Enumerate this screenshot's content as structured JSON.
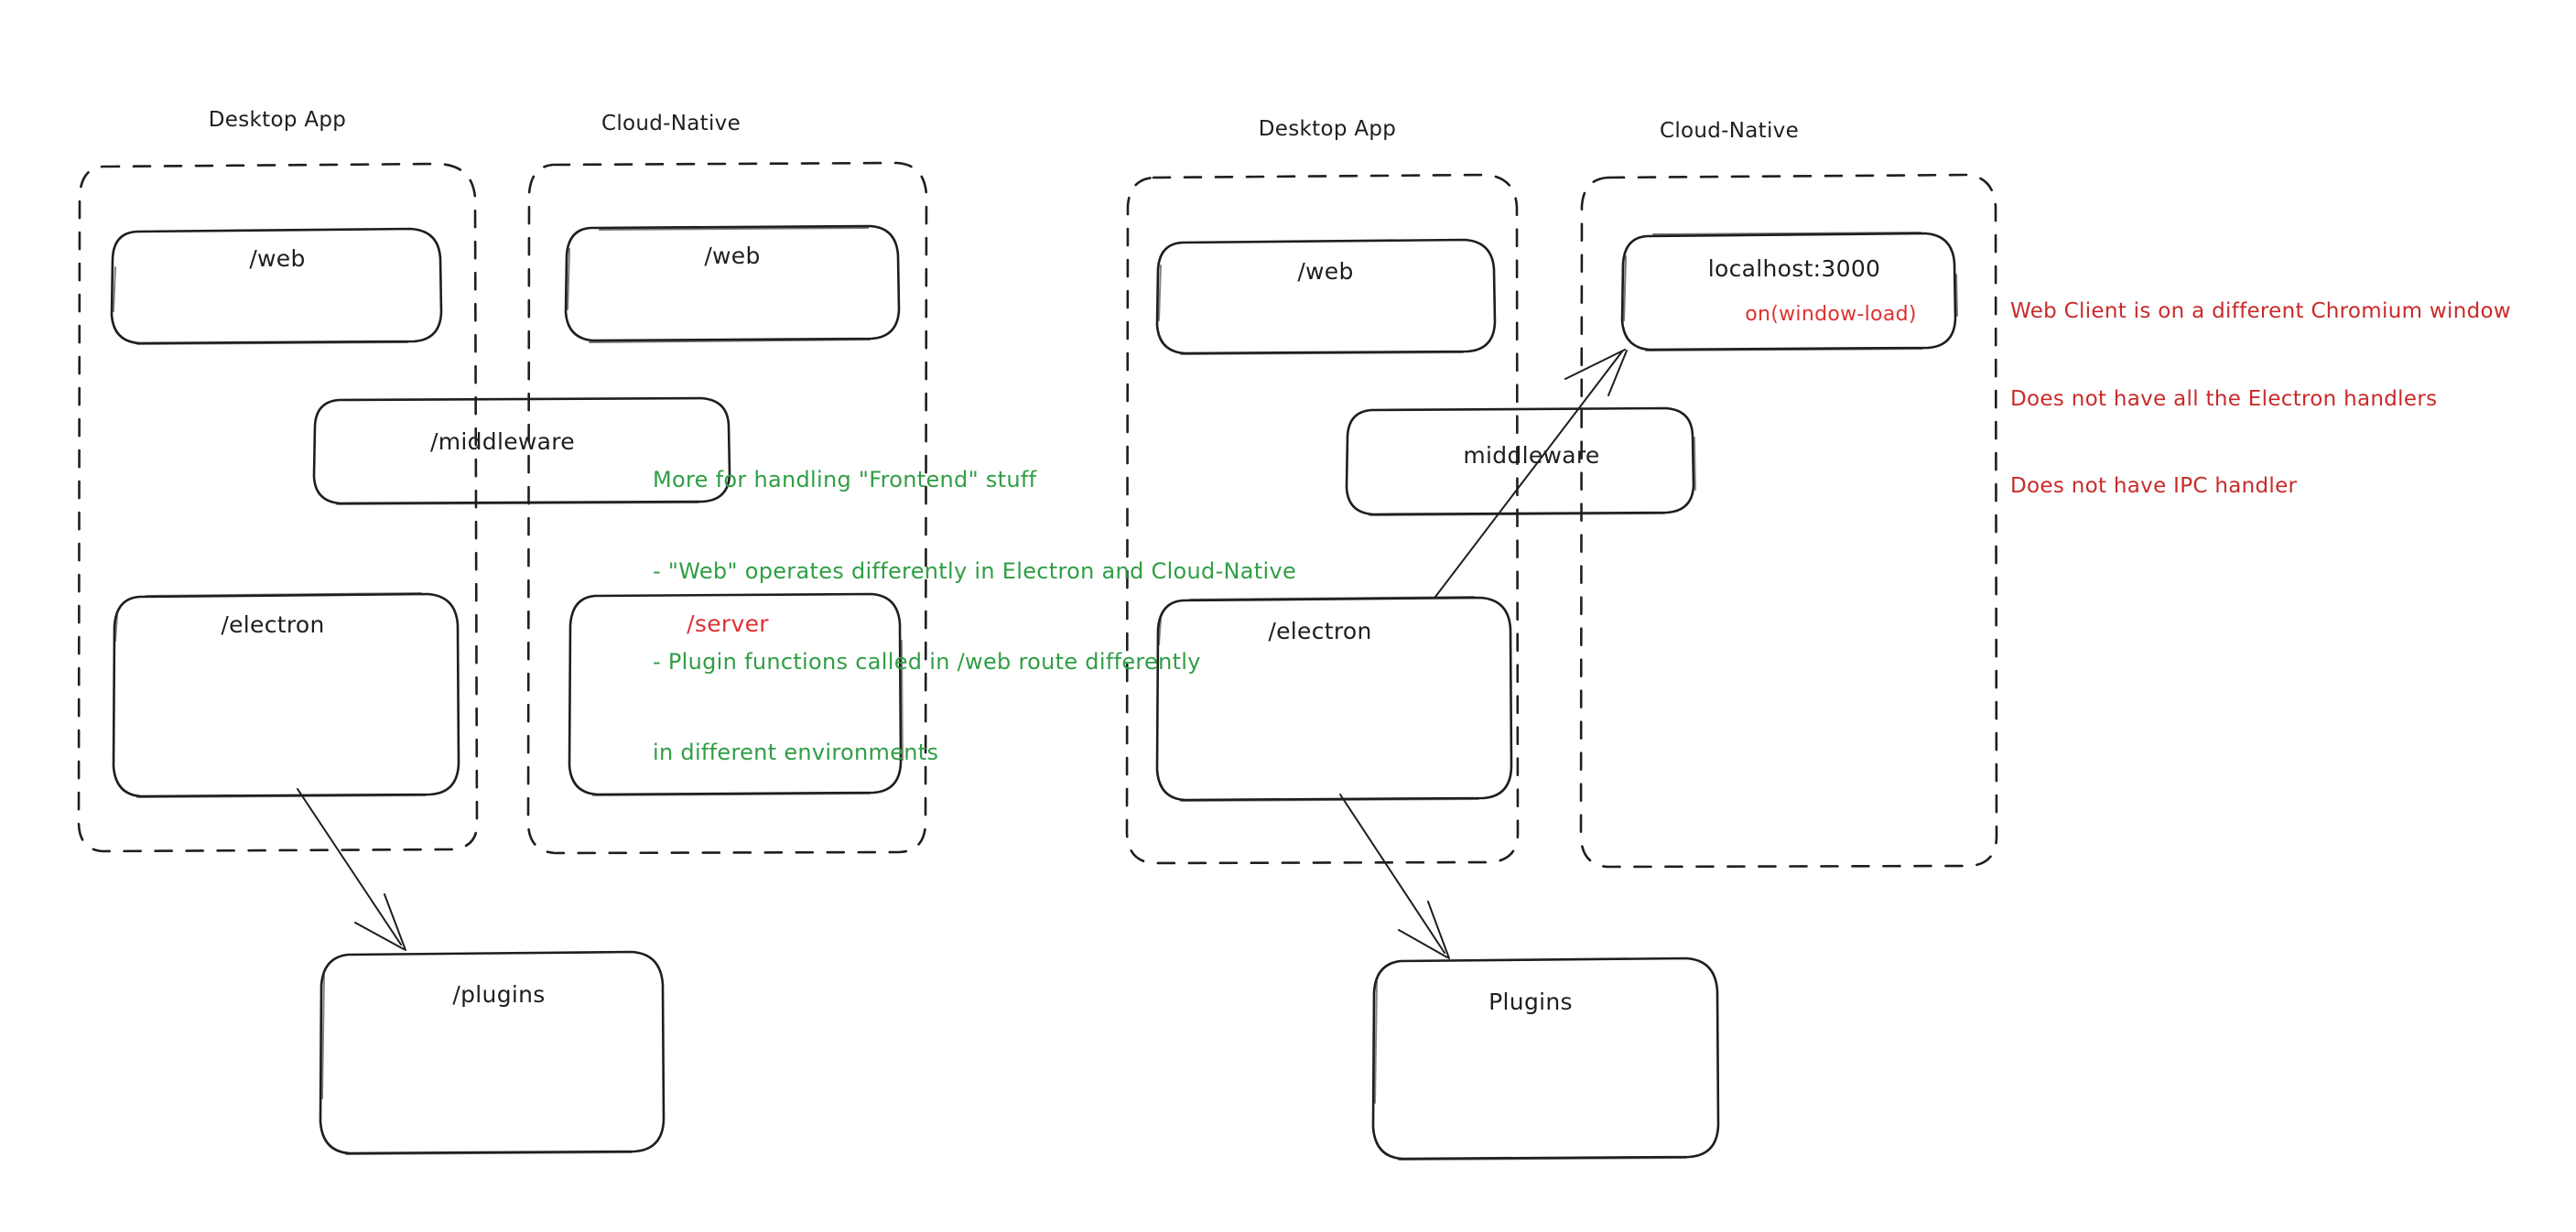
{
  "diagram": {
    "title_hidden": "",
    "background": "#ffffff",
    "colors": {
      "ink": "#1e1e1e",
      "red": "#e03131",
      "red_note": "#c92a2a",
      "green_note": "#2f9e44"
    },
    "left_system": {
      "groups": [
        {
          "id": "left-desktop-app",
          "label": "Desktop App"
        },
        {
          "id": "left-cloud-native",
          "label": "Cloud-Native"
        }
      ],
      "nodes": [
        {
          "id": "left-desktop-web",
          "label": "/web",
          "color": "ink"
        },
        {
          "id": "left-cloud-web",
          "label": "/web",
          "color": "ink"
        },
        {
          "id": "left-middleware",
          "label": "/middleware",
          "color": "ink"
        },
        {
          "id": "left-electron",
          "label": "/electron",
          "color": "ink"
        },
        {
          "id": "left-server",
          "label": "/server",
          "color": "red"
        },
        {
          "id": "left-plugins",
          "label": "/plugins",
          "color": "ink"
        }
      ],
      "edges": [
        {
          "id": "left-electron-to-plugins",
          "from": "left-electron",
          "to": "left-plugins"
        }
      ]
    },
    "right_system": {
      "groups": [
        {
          "id": "right-desktop-app",
          "label": "Desktop App"
        },
        {
          "id": "right-cloud-native",
          "label": "Cloud-Native"
        }
      ],
      "nodes": [
        {
          "id": "right-desktop-web",
          "label": "/web",
          "color": "ink"
        },
        {
          "id": "right-localhost",
          "label": "localhost:3000",
          "sublabel": "on(window-load)",
          "color": "ink",
          "sublabel_color": "red"
        },
        {
          "id": "right-middleware",
          "label": "middleware",
          "color": "ink"
        },
        {
          "id": "right-electron",
          "label": "/electron",
          "color": "ink"
        },
        {
          "id": "right-plugins",
          "label": "Plugins",
          "color": "ink"
        }
      ],
      "edges": [
        {
          "id": "right-electron-to-plugins",
          "from": "right-electron",
          "to": "right-plugins"
        },
        {
          "id": "right-electron-to-localhost",
          "from": "right-electron",
          "to": "right-localhost"
        }
      ]
    },
    "annotations": {
      "green_note": {
        "id": "frontend-note",
        "color": "#2f9e44",
        "lines": [
          "More for handling \"Frontend\" stuff",
          "- \"Web\" operates differently in Electron and Cloud-Native",
          "- Plugin functions called in /web route differently",
          "in different environments"
        ]
      },
      "red_note": {
        "id": "web-client-note",
        "color": "#c92a2a",
        "lines": [
          "Web Client is on a different Chromium window",
          "Does not have all the Electron handlers",
          "Does not have IPC handler"
        ]
      }
    }
  }
}
